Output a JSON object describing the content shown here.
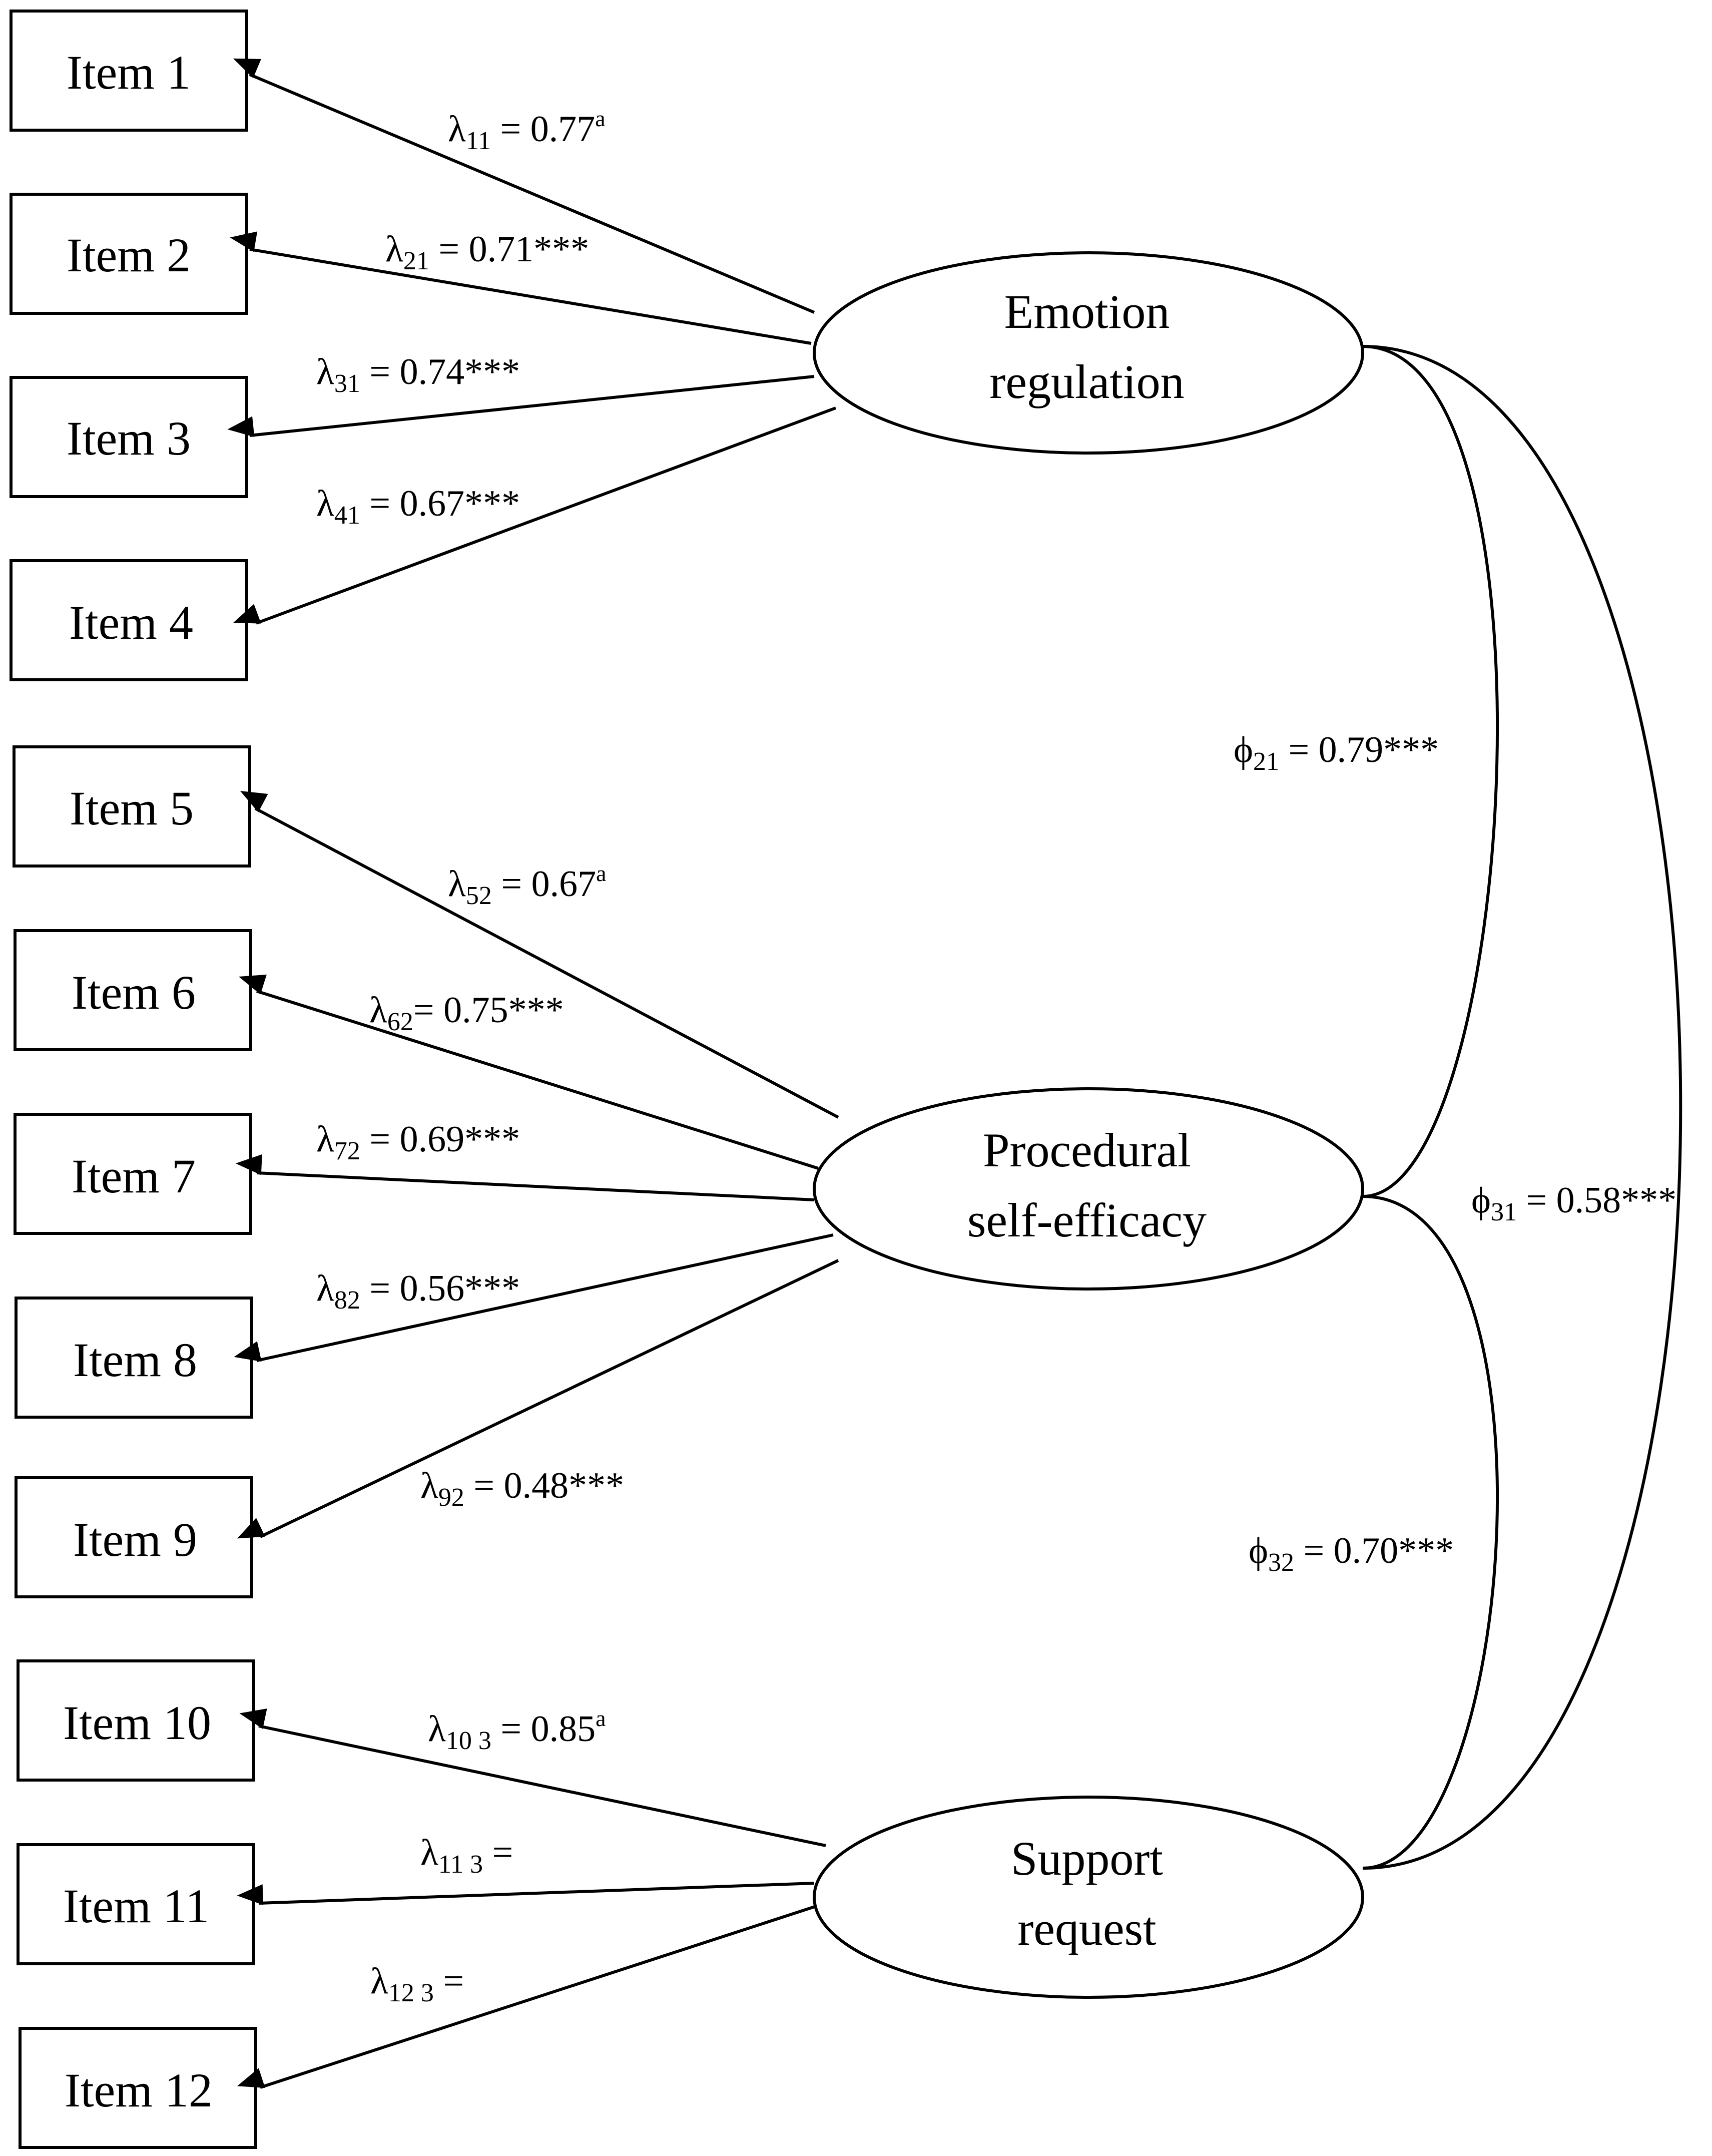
{
  "items": [
    {
      "id": "item1",
      "label": "Item 1"
    },
    {
      "id": "item2",
      "label": "Item 2"
    },
    {
      "id": "item3",
      "label": "Item 3"
    },
    {
      "id": "item4",
      "label": "Item 4"
    },
    {
      "id": "item5",
      "label": "Item 5"
    },
    {
      "id": "item6",
      "label": "Item 6"
    },
    {
      "id": "item7",
      "label": "Item 7"
    },
    {
      "id": "item8",
      "label": "Item 8"
    },
    {
      "id": "item9",
      "label": "Item 9"
    },
    {
      "id": "item10",
      "label": "Item 10"
    },
    {
      "id": "item11",
      "label": "Item 11"
    },
    {
      "id": "item12",
      "label": "Item 12"
    }
  ],
  "factors": [
    {
      "id": "f1",
      "line1": "Emotion",
      "line2": "regulation"
    },
    {
      "id": "f2",
      "line1": "Procedural",
      "line2": "self-efficacy"
    },
    {
      "id": "f3",
      "line1": "Support",
      "line2": "request"
    }
  ],
  "loadings": [
    {
      "symbol": "λ",
      "sub": "11",
      "text": " = 0.77",
      "sup": "a"
    },
    {
      "symbol": "λ",
      "sub": "21",
      "text": " = 0.71***",
      "sup": ""
    },
    {
      "symbol": "λ",
      "sub": "31",
      "text": " = 0.74***",
      "sup": ""
    },
    {
      "symbol": "λ",
      "sub": "41",
      "text": " = 0.67***",
      "sup": ""
    },
    {
      "symbol": "λ",
      "sub": "52",
      "text": " = 0.67",
      "sup": "a"
    },
    {
      "symbol": "λ",
      "sub": "62",
      "text": "= 0.75***",
      "sup": ""
    },
    {
      "symbol": "λ",
      "sub": "72",
      "text": " = 0.69***",
      "sup": ""
    },
    {
      "symbol": "λ",
      "sub": "82",
      "text": " = 0.56***",
      "sup": ""
    },
    {
      "symbol": "λ",
      "sub": "92",
      "text": " = 0.48***",
      "sup": ""
    },
    {
      "symbol": "λ",
      "sub": "10 3",
      "text": " = 0.85",
      "sup": "a"
    },
    {
      "symbol": "λ",
      "sub": "11 3",
      "text": " =",
      "sup": ""
    },
    {
      "symbol": "λ",
      "sub": "12 3",
      "text": " =",
      "sup": ""
    }
  ],
  "correlations": [
    {
      "symbol": "ϕ",
      "sub": "21",
      "text": " = 0.79***"
    },
    {
      "symbol": "ϕ",
      "sub": "31",
      "text": " = 0.58***"
    },
    {
      "symbol": "ϕ",
      "sub": "32",
      "text": " = 0.70***"
    }
  ]
}
